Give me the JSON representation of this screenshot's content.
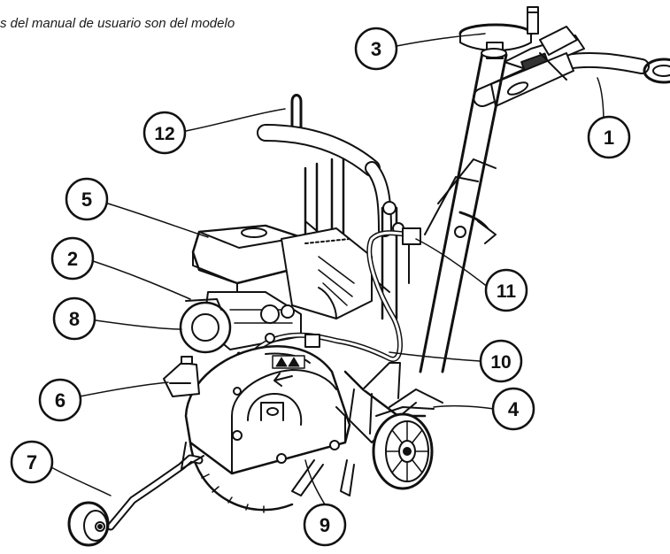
{
  "caption": "s del manual de usuario son del modelo",
  "callouts": [
    {
      "id": "1",
      "label": "1",
      "part": "handle"
    },
    {
      "id": "2",
      "label": "2",
      "part": "engine"
    },
    {
      "id": "3",
      "label": "3",
      "part": "depth-wheel"
    },
    {
      "id": "4",
      "label": "4",
      "part": "rear-wheel"
    },
    {
      "id": "5",
      "label": "5",
      "part": "fuel-tank"
    },
    {
      "id": "6",
      "label": "6",
      "part": "front-guard-bracket"
    },
    {
      "id": "7",
      "label": "7",
      "part": "front-pointer-wheel"
    },
    {
      "id": "8",
      "label": "8",
      "part": "pulley-cover"
    },
    {
      "id": "9",
      "label": "9",
      "part": "blade-guard"
    },
    {
      "id": "10",
      "label": "10",
      "part": "water-hose"
    },
    {
      "id": "11",
      "label": "11",
      "part": "water-valve"
    },
    {
      "id": "12",
      "label": "12",
      "part": "lifting-handle"
    }
  ],
  "colors": {
    "line": "#111111",
    "background": "#ffffff",
    "callout_fill": "#ffffff"
  },
  "icons": [
    "warning-triangle-icon",
    "rotation-arrow-icon"
  ]
}
